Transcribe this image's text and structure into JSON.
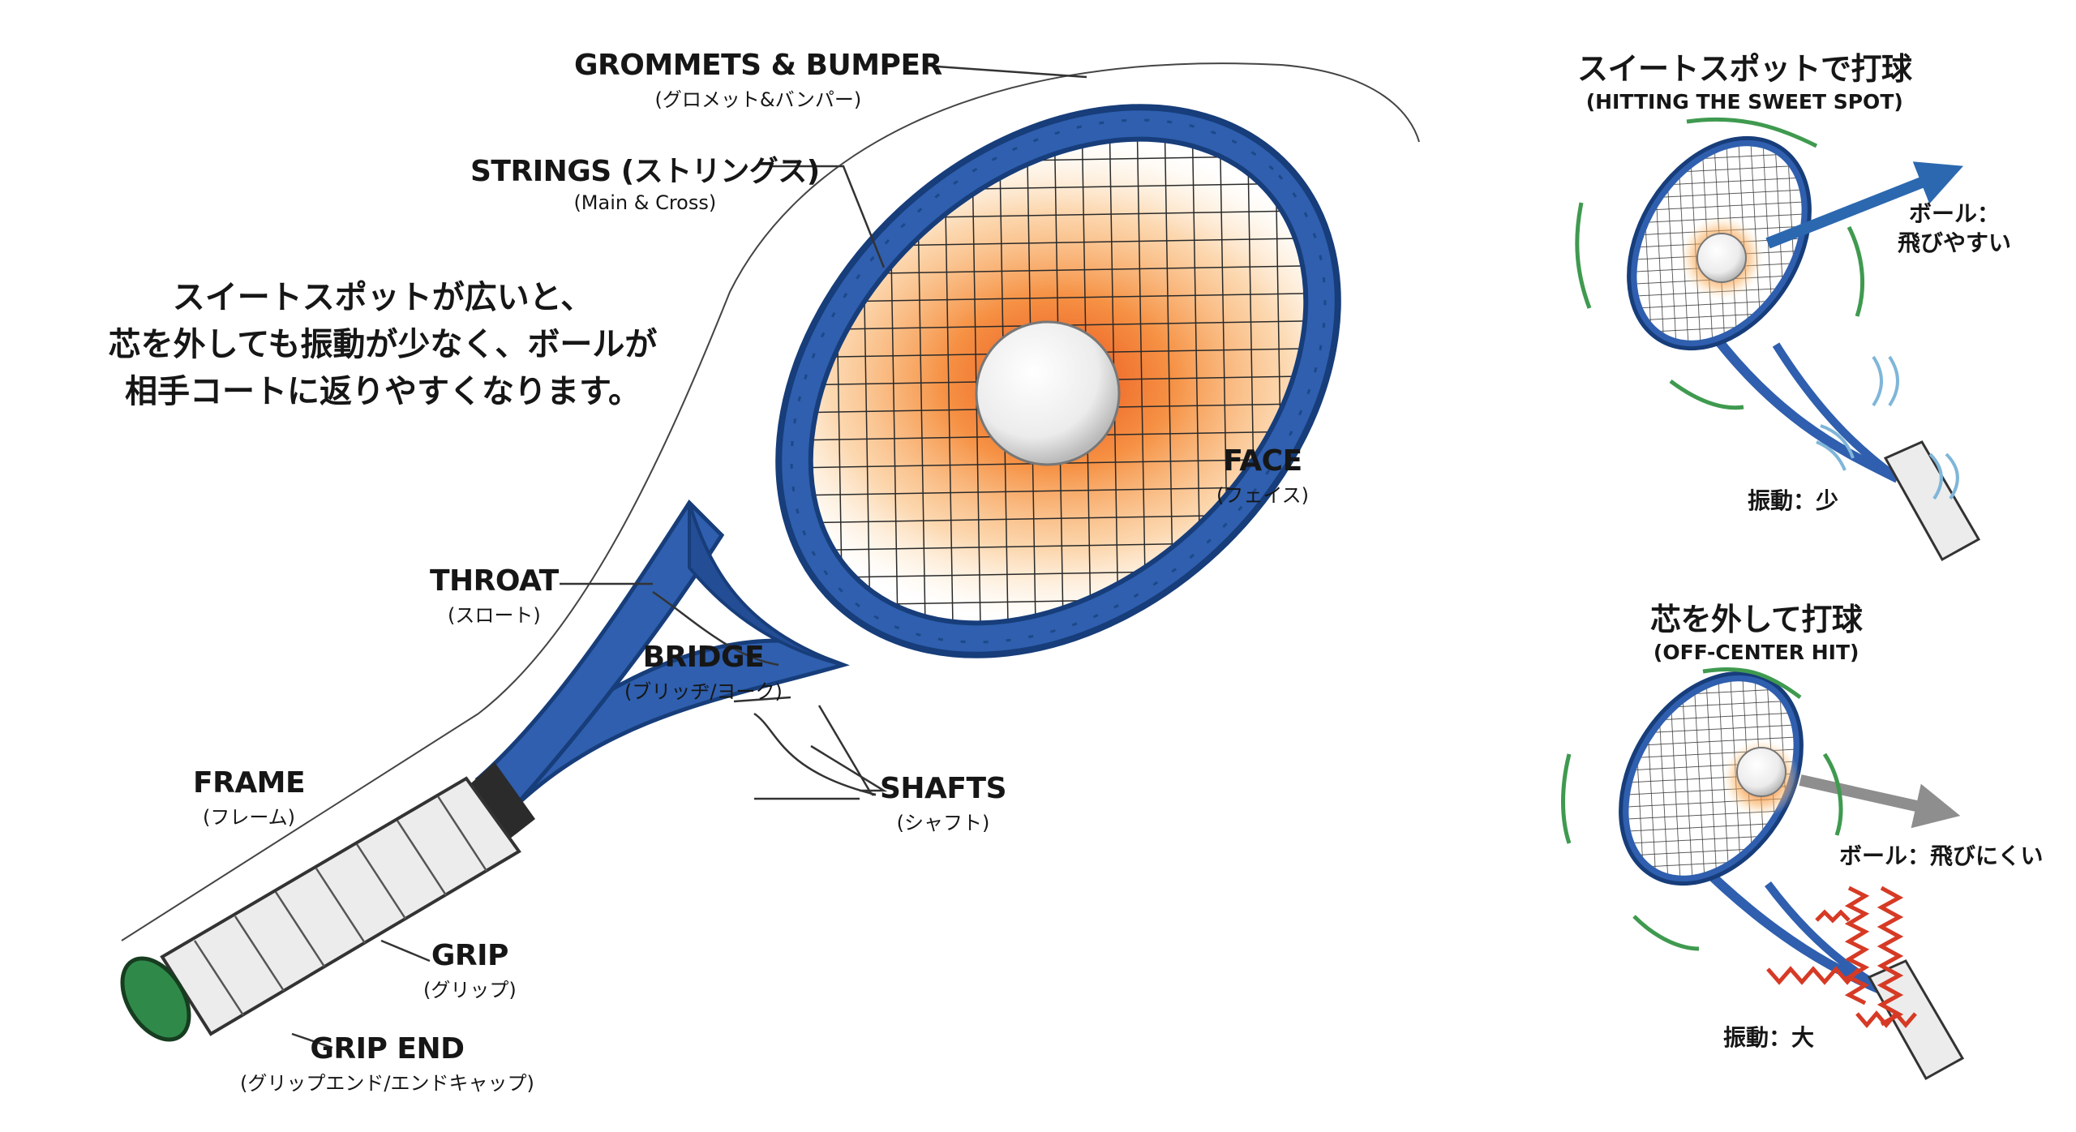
{
  "labels": {
    "grommets": {
      "en": "GROMMETS & BUMPER",
      "jp": "(グロメット&バンパー)"
    },
    "strings": {
      "en": "STRINGS (ストリングス)",
      "jp": "(Main & Cross)"
    },
    "face": {
      "en": "FACE",
      "jp": "(フェイス)"
    },
    "throat": {
      "en": "THROAT",
      "jp": "(スロート)"
    },
    "bridge": {
      "en": "BRIDGE",
      "jp": "(ブリッヂ/ヨーク)"
    },
    "shafts": {
      "en": "SHAFTS",
      "jp": "(シャフト)"
    },
    "frame": {
      "en": "FRAME",
      "jp": "(フレーム)"
    },
    "grip": {
      "en": "GRIP",
      "jp": "(グリップ)"
    },
    "grip_end": {
      "en": "GRIP END",
      "jp": "(グリップエンド/エンドキャップ)"
    }
  },
  "note": {
    "line1": "スイートスポットが広いと、",
    "line2": "芯を外しても振動が少なく、ボールが",
    "line3": "相手コートに返りやすくなります。"
  },
  "sweet_spot_panel": {
    "title_jp": "スイートスポットで打球",
    "title_en": "(HITTING THE SWEET SPOT)",
    "ball_label_1": "ボール：",
    "ball_label_2": "飛びやすい",
    "vibration_label": "振動：少"
  },
  "off_center_panel": {
    "title_jp": "芯を外して打球",
    "title_en": "(OFF-CENTER HIT)",
    "ball_label": "ボール：飛びにくい",
    "vibration_label": "振動：大"
  },
  "colors": {
    "frame_blue": "#2f5fae",
    "frame_dark": "#173d7a",
    "sweet_glow": "#f07a20",
    "arrow_blue": "#2b68b0",
    "arrow_gray": "#8e8e8e",
    "vibration_red": "#d63a25",
    "motion_green": "#3f9a4f",
    "wave_blue": "#7fb6d9",
    "grip_cap": "#2f8a4a"
  }
}
